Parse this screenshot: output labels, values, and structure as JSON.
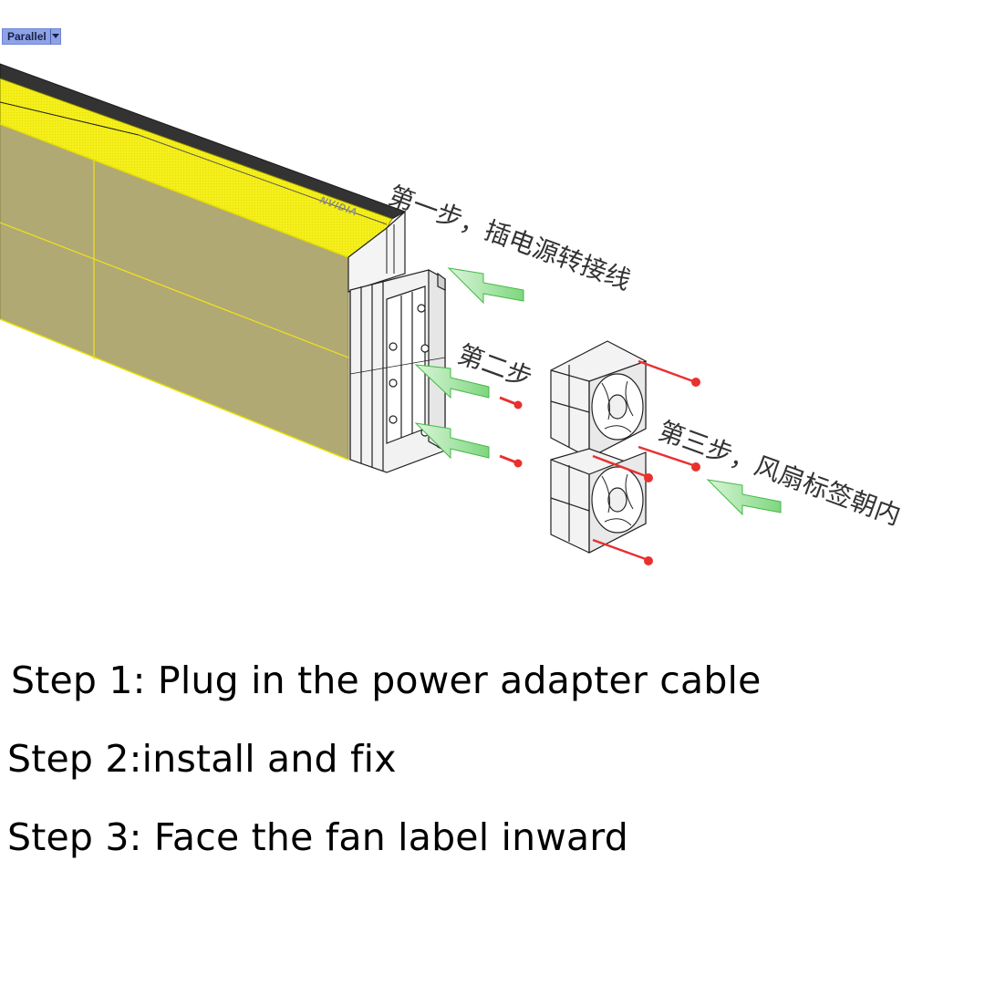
{
  "viewport": {
    "view_mode": "Parallel",
    "view_mode_dropdown_icon": "chevron-down-icon",
    "card_brand_mark": "NVIDIA",
    "annotations": {
      "step1": "第一步，插电源转接线",
      "step2": "第二步",
      "step3": "第三步，风扇标签朝内"
    },
    "colors": {
      "card_shroud": "#f5f000",
      "card_body": "#b1aa73",
      "arrow_green": "#6ed56e",
      "screw_red": "#e8312f"
    }
  },
  "captions": {
    "step1": "Step 1: Plug in the power adapter cable",
    "step2": "Step 2:install and fix",
    "step3": "Step 3: Face the fan label inward"
  }
}
